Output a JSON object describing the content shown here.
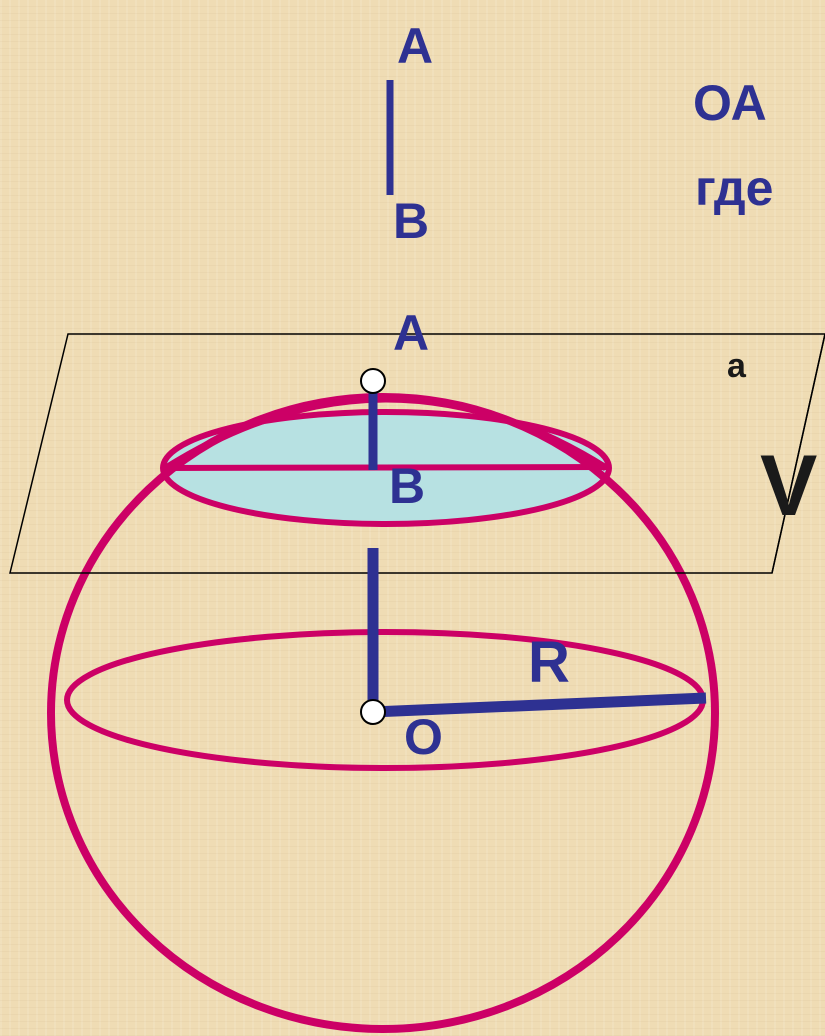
{
  "labels": {
    "top_a": "A",
    "top_b": "B",
    "heading_line1": "ОА",
    "heading_line2": "где",
    "plane_a": "A",
    "plane_name": "a",
    "cap_b": "B",
    "volume_v": "V",
    "radius": "R",
    "center": "O"
  },
  "colors": {
    "background": "#efdcb4",
    "sphere": "#cc0066",
    "segment": "#2e3192",
    "cap_fill": "#b7e1e2",
    "plane": "#000000",
    "label": "#2e3192"
  }
}
